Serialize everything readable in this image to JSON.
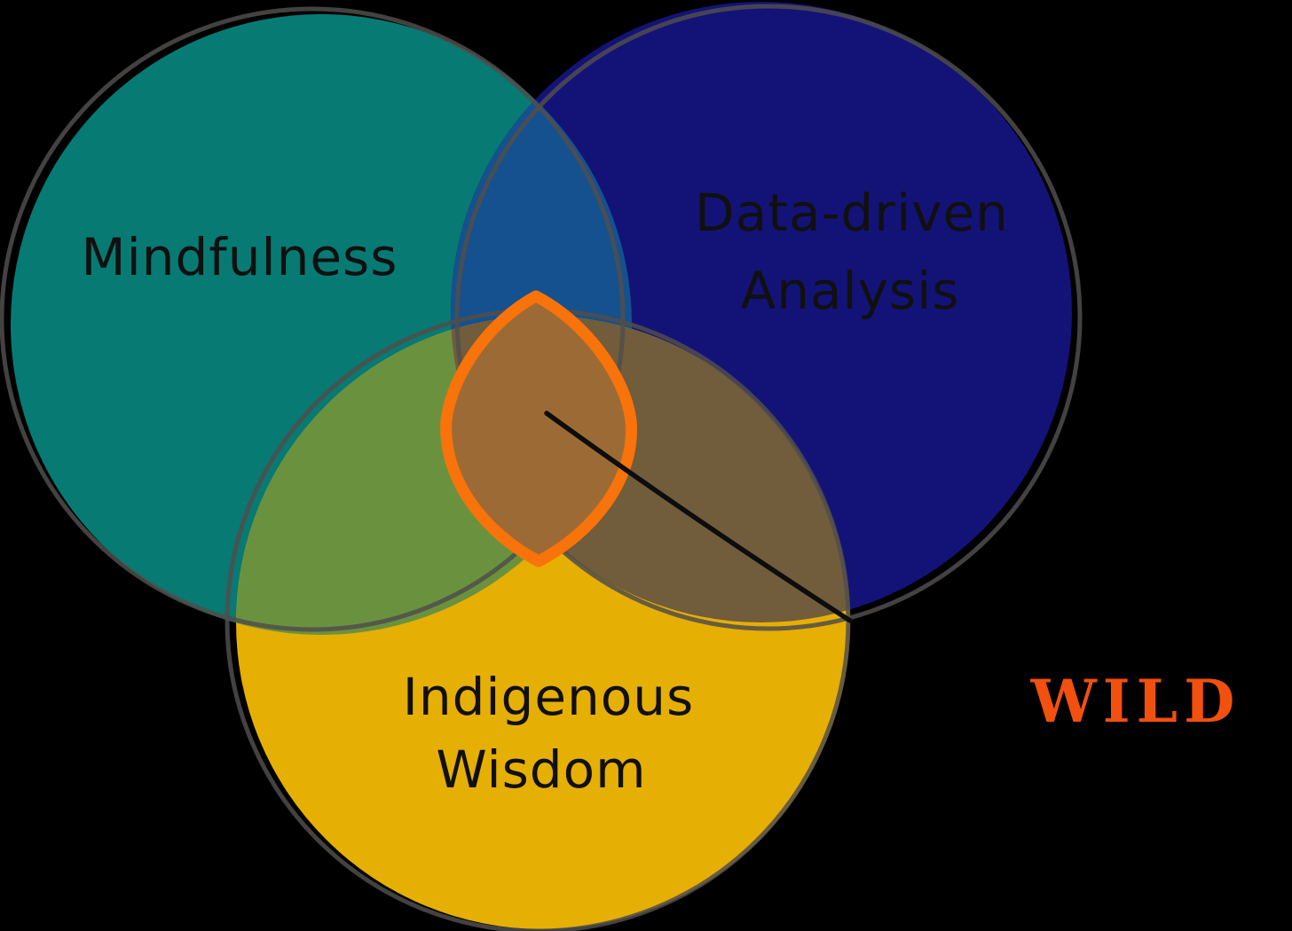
{
  "venn": {
    "background_color": "#000000",
    "outline_color": "rgba(80,78,75,0.85)",
    "text_color": "#101010",
    "sets": [
      {
        "id": "mindfulness",
        "label": "Mindfulness",
        "color": "#077a73"
      },
      {
        "id": "data-driven-analysis",
        "label": "Data-driven Analysis",
        "label_line1": "Data-driven",
        "label_line2": "Analysis",
        "color": "#131377"
      },
      {
        "id": "indigenous-wisdom",
        "label": "Indigenous Wisdom",
        "label_line1": "Indigenous",
        "label_line2": "Wisdom",
        "color": "#e6af04"
      }
    ],
    "overlaps": {
      "mindfulness_data": "#14518e",
      "mindfulness_indigenous": "#6a923e",
      "data_indigenous": "#715c3c"
    },
    "center_intersection": {
      "fill": "#9c6b35",
      "stroke": "#f87309"
    },
    "annotation": {
      "label": "WILD",
      "color": "#f2500f",
      "arrow_color": "#0d0d0d"
    }
  }
}
